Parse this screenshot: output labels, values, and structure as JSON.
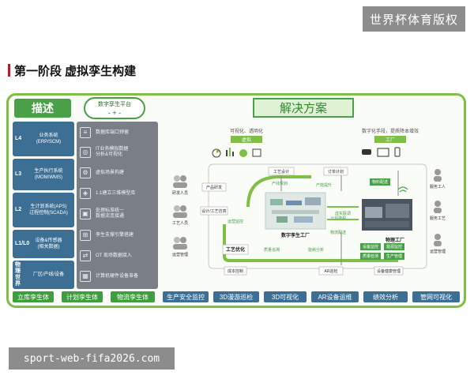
{
  "watermark_top": "世界杯体育版权",
  "watermark_bottom": "sport-web-fifa2026.com",
  "stage_title": "第一阶段 虚拟孪生构建",
  "description_tab": "描述",
  "twin_platform": {
    "label": "数字孪生平台",
    "sub": "- + -"
  },
  "solution_tab": "解决方案",
  "left_rows": [
    {
      "tag": "L4",
      "text": "业务系统\n(ERP/SCM)"
    },
    {
      "tag": "L3",
      "text": "生产执行系统\n(MOM/WMS)"
    },
    {
      "tag": "L2",
      "text": "生计划系统(APS)\n过程控制(SCADA)"
    },
    {
      "tag": "L1/L0",
      "text": "设备&传感器\n(相关数据)"
    },
    {
      "tag": "物理世界",
      "text": "厂区/产线/设备"
    }
  ],
  "features": [
    {
      "icon": "≡",
      "text": "数据库端口预留"
    },
    {
      "icon": "◎",
      "text": "IT业务模拟数据\n分析&可视化"
    },
    {
      "icon": "⚙",
      "text": "虚拟场景构建"
    },
    {
      "icon": "◈",
      "text": "1:1建立三维模型库"
    },
    {
      "icon": "▣",
      "text": "处理标准统一\n数据流连接通"
    },
    {
      "icon": "⊞",
      "text": "孪生支撑引擎搭建"
    },
    {
      "icon": "⇄",
      "text": "OT 现场数据接入"
    },
    {
      "icon": "▦",
      "text": "计算机硬件设备准备"
    }
  ],
  "diagram": {
    "top_left_caption": "可视化、透明化",
    "top_left_badge": "虚拟",
    "top_right_caption": "数字化手段，提质降本增效",
    "top_right_badge": "工厂",
    "people_left": [
      "研发人员",
      "工艺人员",
      "运营管理"
    ],
    "people_right": [
      "服务工人",
      "服务工艺",
      "运营管理"
    ],
    "virtual_factory": "数字孪生工厂",
    "physical_factory": "物理工厂",
    "nodes": {
      "craft_design": "工艺设计",
      "order_plan": "订单计划",
      "product_dev": "产品研发",
      "design_sim": "设计/工艺仿真",
      "process_opt": "工艺优化",
      "production": "产线规划",
      "capacity": "产能提升",
      "schedule": "计划排程",
      "logistics": "物流配送",
      "quality": "质量追溯",
      "monitor": "运营监控",
      "analysis": "能耗分析",
      "cost_ctrl": "成本控制",
      "ar_check": "AR巡检",
      "equip_mgmt": "设备健康管理",
      "mat_supply": "物料配送",
      "virt_debug": "虚实联调",
      "qual_monitor": "设备监控",
      "energy": "能源监控",
      "inspection": "质量检测",
      "ops_mgmt": "生产管理"
    }
  },
  "bottom_buttons": [
    {
      "label": "立库孪生体",
      "tone": "green"
    },
    {
      "label": "计划孪生体",
      "tone": "green"
    },
    {
      "label": "物流孪生体",
      "tone": "green"
    },
    {
      "label": "生产安全监控",
      "tone": "blue"
    },
    {
      "label": "3D漫游巡检",
      "tone": "blue"
    },
    {
      "label": "3D可视化",
      "tone": "blue"
    },
    {
      "label": "AR设备运维",
      "tone": "blue"
    },
    {
      "label": "绩效分析",
      "tone": "blue"
    },
    {
      "label": "管网可视化",
      "tone": "blue"
    }
  ],
  "colors": {
    "green": "#49a048",
    "blue": "#3d6f95",
    "panel_gray": "#7a7f87",
    "accent_red": "#c0182b"
  }
}
